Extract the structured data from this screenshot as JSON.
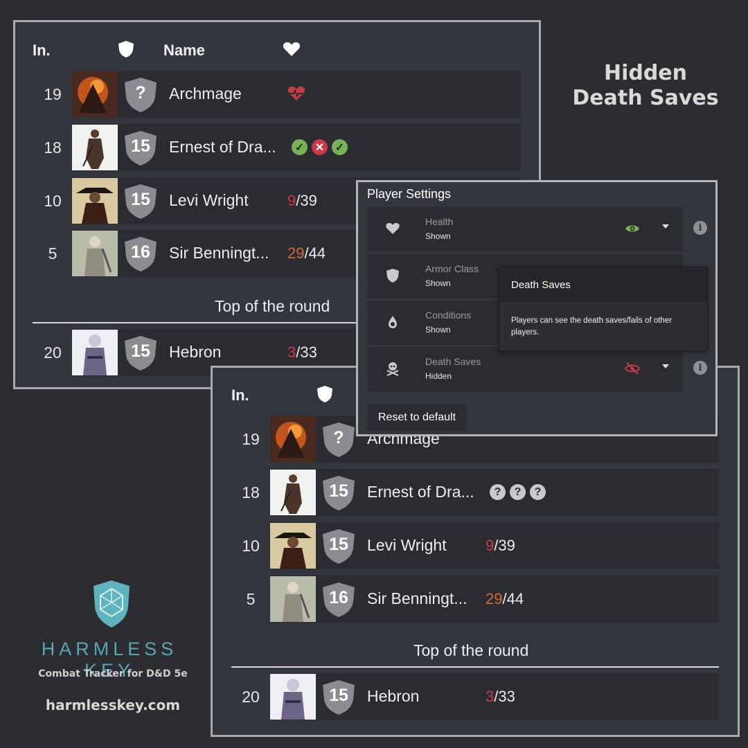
{
  "headline": [
    "Hidden",
    "Death Saves"
  ],
  "columns": {
    "initiative": "In.",
    "name": "Name"
  },
  "tracker_top": {
    "rows": [
      {
        "init": "19",
        "ac": "?",
        "name": "Archmage",
        "hp_current": "",
        "hp_max": "",
        "hp_state": "heartbeat-icon"
      },
      {
        "init": "18",
        "ac": "15",
        "name": "Ernest of Dra...",
        "death_saves": [
          "success",
          "fail",
          "success"
        ]
      },
      {
        "init": "10",
        "ac": "15",
        "name": "Levi Wright",
        "hp_current": "9",
        "hp_sep": "/",
        "hp_max": "39"
      },
      {
        "init": "5",
        "ac": "16",
        "name": "Sir Benningt...",
        "hp_current": "29",
        "hp_sep": "/",
        "hp_max": "44"
      }
    ],
    "round_label": "Top of the round",
    "after_round": {
      "init": "20",
      "ac": "15",
      "name": "Hebron",
      "hp_current": "3",
      "hp_sep": "/",
      "hp_max": "33"
    }
  },
  "tracker_bottom": {
    "rows": [
      {
        "init": "19",
        "ac": "?",
        "name": "Archmage"
      },
      {
        "init": "18",
        "ac": "15",
        "name": "Ernest of Dra...",
        "death_saves": [
          "?",
          "?",
          "?"
        ]
      },
      {
        "init": "10",
        "ac": "15",
        "name": "Levi Wright",
        "hp_current": "9",
        "hp_sep": "/",
        "hp_max": "39"
      },
      {
        "init": "5",
        "ac": "16",
        "name": "Sir Benningt...",
        "hp_current": "29",
        "hp_sep": "/",
        "hp_max": "44"
      }
    ],
    "round_label": "Top of the round",
    "after_round": {
      "init": "20",
      "ac": "15",
      "name": "Hebron",
      "hp_current": "3",
      "hp_sep": "/",
      "hp_max": "33"
    }
  },
  "settings": {
    "title": "Player Settings",
    "items": [
      {
        "label": "Health",
        "value": "Shown",
        "icon": "heart-icon",
        "visibility": "eye-icon"
      },
      {
        "label": "Armor Class",
        "value": "Shown",
        "icon": "shield-icon"
      },
      {
        "label": "Conditions",
        "value": "Shown",
        "icon": "drop-icon"
      },
      {
        "label": "Death Saves",
        "value": "Hidden",
        "icon": "skull-crossbones-icon",
        "visibility": "eye-slash-icon"
      }
    ],
    "reset_label": "Reset to default",
    "tooltip": {
      "title": "Death Saves",
      "body": "Players can see the death saves/fails of other players."
    }
  },
  "brand": {
    "name": "HARMLESS KEY",
    "tagline": "Combat Tracker for D&D 5e",
    "url": "harmlesskey.com"
  },
  "colors": {
    "background": "#2c2d31",
    "panel": "#33363d",
    "row": "#2a2c31",
    "hp_low": "#c93c44",
    "hp_mid": "#d46a3a",
    "save_success": "#77b255",
    "save_fail": "#cc3a49",
    "visible_green": "#77b255",
    "hidden_red": "#c93c44",
    "brand_teal": "#57a6b0"
  }
}
